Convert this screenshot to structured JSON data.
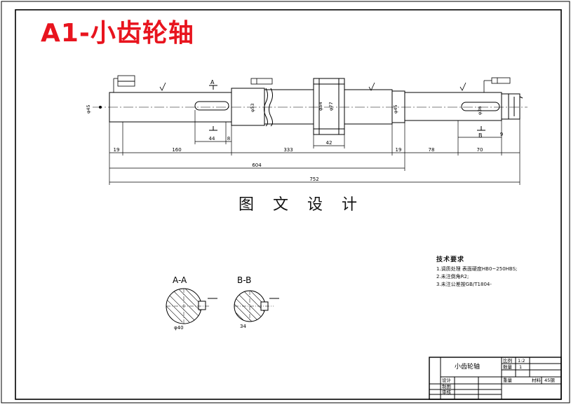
{
  "title": "A1-小齿轮轴",
  "caption": "图 文 设 计",
  "part_name": "小齿轮轴",
  "tech_requirements": {
    "heading": "技术要求",
    "items": [
      "1.调质处理 表面硬度HB0~250HBS;",
      "2.未注倒角R2;",
      "3.未注公差按GB/T1804-"
    ]
  },
  "dimensions": {
    "segments": [
      "19",
      "160",
      "8",
      "333",
      "19",
      "78",
      "70",
      "9"
    ],
    "keyway_a_length": "44",
    "gear_width": "42",
    "overall_partial": "604",
    "overall_total": "752"
  },
  "diameters": {
    "left_journal": "φ45",
    "shoulder": "φ53",
    "gear_root": "φ54",
    "gear_tip": "φ77",
    "right_journal": "φ45",
    "right_end": "φ36"
  },
  "section_labels": {
    "section_a": "A-A",
    "section_b": "B-B",
    "section_a_dim": "φ40",
    "section_b_dim": "34",
    "cut_a": "A",
    "cut_b": "B"
  },
  "title_block": {
    "label_ratio": "比例",
    "value_ratio": "1:2",
    "label_qty": "数量",
    "value_qty": "1",
    "label_material": "材料",
    "value_material": "45钢",
    "label_weight": "重量",
    "label_designer": "设计",
    "label_drafter": "制图",
    "label_reviewer": "审核"
  }
}
